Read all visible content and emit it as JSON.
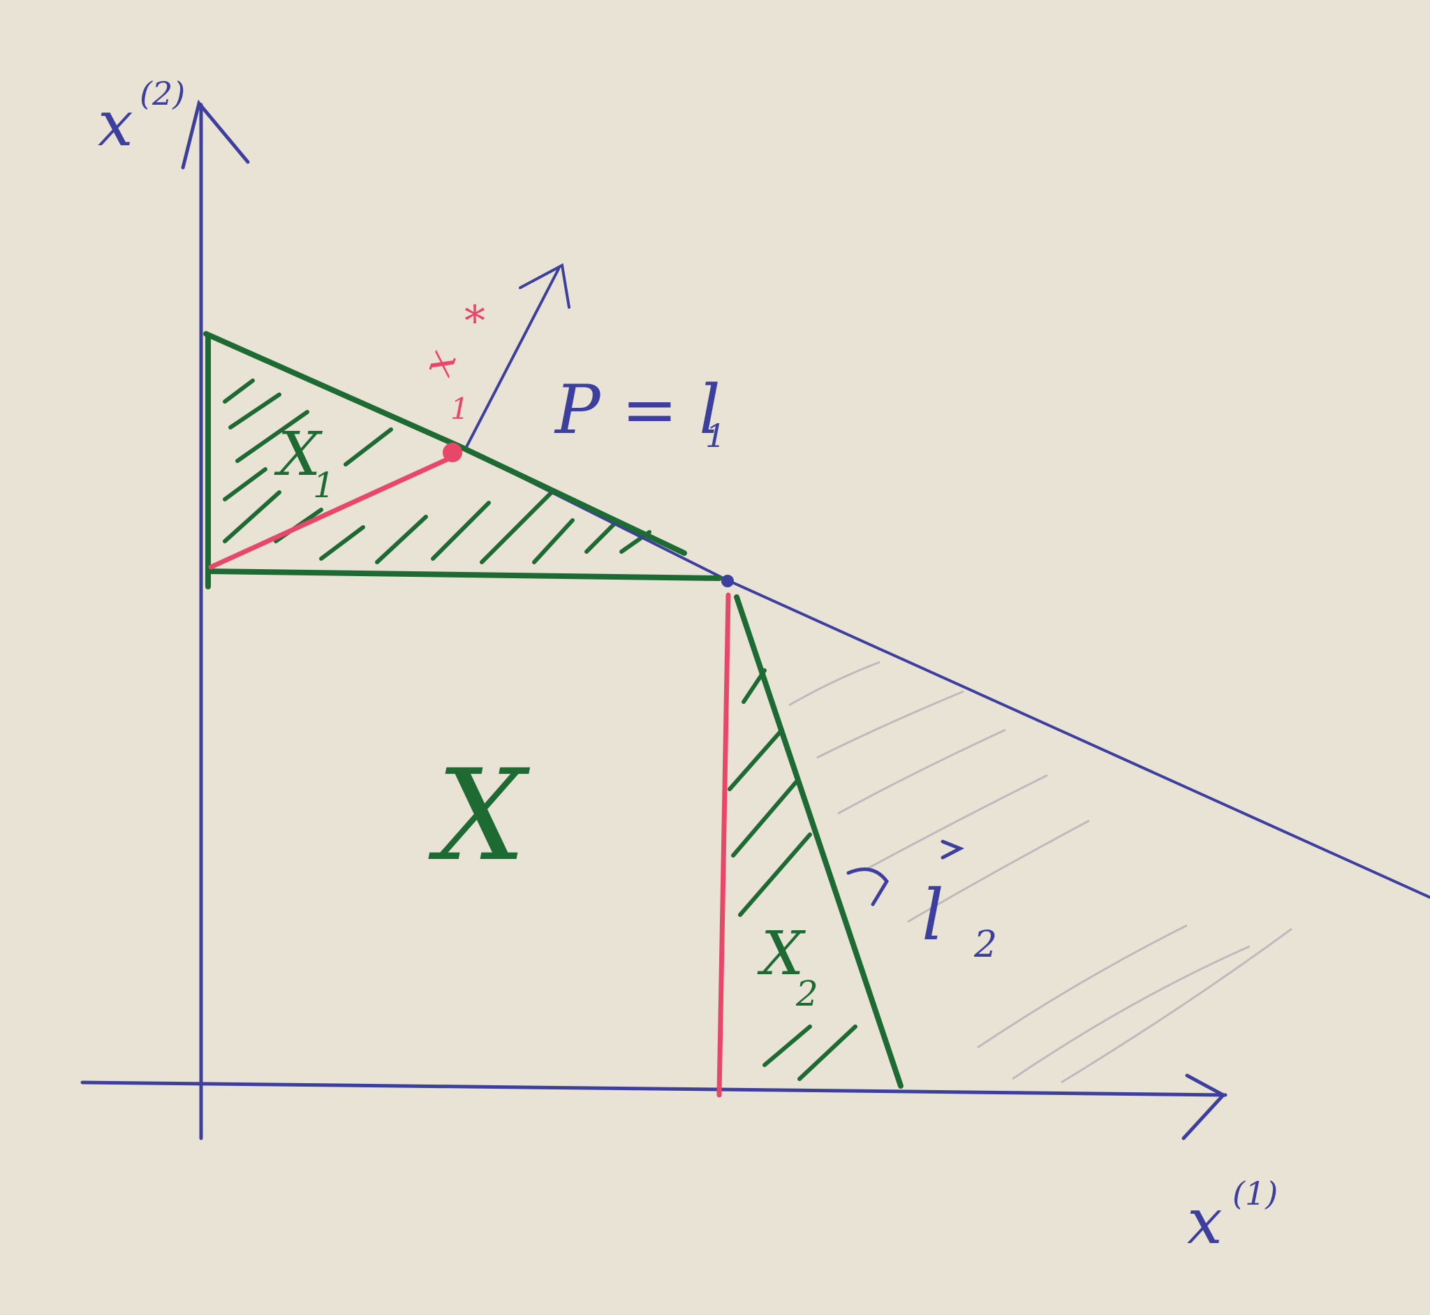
{
  "labels": {
    "y_axis": "x",
    "y_axis_sup": "(2)",
    "x_axis": "x",
    "x_axis_sup": "(1)",
    "set_main": "X",
    "set_1": "X",
    "set_1_sub": "1",
    "set_2": "X",
    "set_2_sub": "2",
    "point_label": "x",
    "point_sub": "1",
    "point_sup": "*",
    "line_1": "P = l",
    "line_1_sub": "1",
    "line_2": "l",
    "line_2_sub": "2"
  },
  "colors": {
    "paper": "#e9e3d5",
    "blue_ink": "#3d3f9e",
    "green_ink": "#1e6a33",
    "red_ink": "#e8476a",
    "faint_hatch": "#9a9aa8"
  }
}
